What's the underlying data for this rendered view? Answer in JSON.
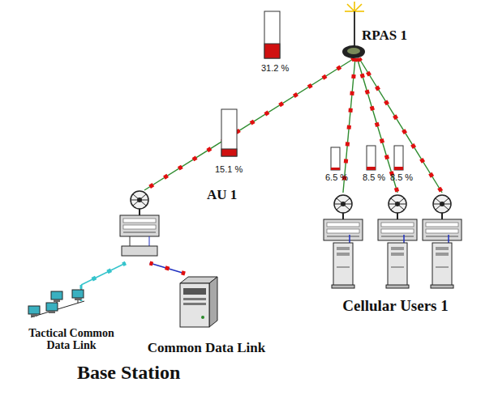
{
  "diagram": {
    "nodes": [
      {
        "text": [
          "RPAS 1"
        ]
      },
      {
        "text": [
          "AU 1"
        ]
      },
      {
        "text": [
          "Cellular Users 1"
        ]
      },
      {
        "text": [
          "Tactical Common Data Link"
        ]
      },
      {
        "text": [
          "Common Data Link"
        ]
      }
    ],
    "edges": [
      {
        "from": 0,
        "to": 1,
        "arrow": "none",
        "label": "15.1 %"
      },
      {
        "from": 0,
        "to": 2,
        "arrow": "none",
        "label": "6.5 %"
      },
      {
        "from": 0,
        "to": 2,
        "arrow": "none",
        "label": "8.5 %"
      },
      {
        "from": 0,
        "to": 2,
        "arrow": "none",
        "label": "8.5 %"
      },
      {
        "from": 1,
        "to": 3,
        "arrow": "none"
      },
      {
        "from": 1,
        "to": 4,
        "arrow": "none"
      }
    ],
    "labels": [
      "31.2 %",
      "Base Station"
    ]
  }
}
